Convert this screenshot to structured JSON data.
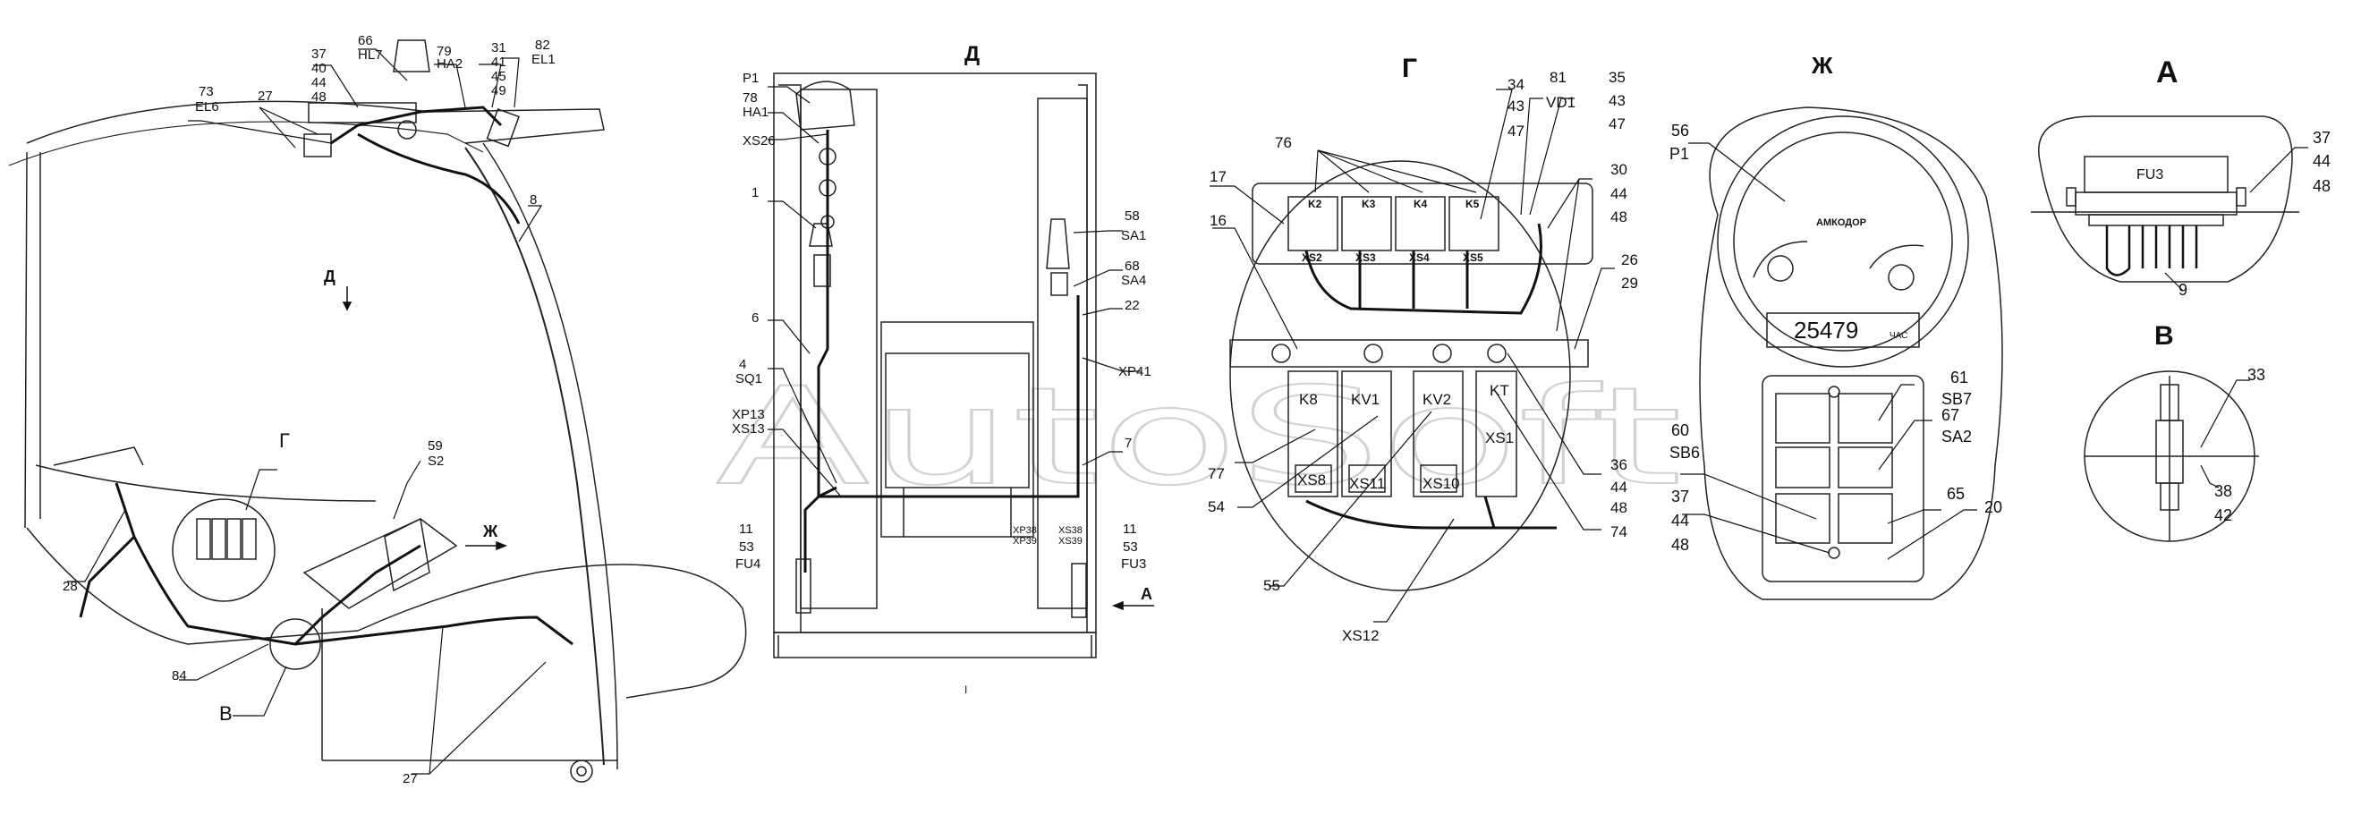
{
  "views": {
    "d": "Д",
    "g": "Г",
    "zh": "Ж",
    "a": "А",
    "v": "В"
  },
  "watermark": "AutoSoft",
  "cab": {
    "ref_37": "37",
    "ref_40": "40",
    "ref_44": "44",
    "ref_48": "48",
    "ref_66": "66",
    "ref_HL7": "HL7",
    "ref_79": "79",
    "ref_HA2": "HA2",
    "ref_31": "31",
    "ref_41": "41",
    "ref_45": "45",
    "ref_49": "49",
    "ref_82": "82",
    "ref_EL1": "EL1",
    "ref_73": "73",
    "ref_EL6": "EL6",
    "ref_27a": "27",
    "ref_8": "8",
    "arrow_d": "Д",
    "ref_G": "Г",
    "ref_59": "59",
    "ref_S2": "S2",
    "arrow_zh": "Ж",
    "ref_28": "28",
    "ref_84": "84",
    "ref_B": "В",
    "ref_27b": "27"
  },
  "view_d": {
    "ref_P1": "P1",
    "ref_78": "78",
    "ref_HA1": "HA1",
    "ref_XS26": "XS26",
    "ref_1": "1",
    "ref_6": "6",
    "ref_4": "4",
    "ref_SQ1": "SQ1",
    "ref_XP13": "XP13",
    "ref_XS13": "XS13",
    "ref_11a": "11",
    "ref_53a": "53",
    "ref_FU4": "FU4",
    "ref_58": "58",
    "ref_SA1": "SA1",
    "ref_68": "68",
    "ref_SA4": "SA4",
    "ref_22": "22",
    "ref_XP41": "XP41",
    "ref_7": "7",
    "ref_XP38": "XP38",
    "ref_XP39": "XP39",
    "ref_XS38": "XS38",
    "ref_XS39": "XS39",
    "ref_11b": "11",
    "ref_53b": "53",
    "ref_FU3": "FU3",
    "arrow_a": "А",
    "ref_I": "I"
  },
  "view_g": {
    "ref_34": "34",
    "ref_43a": "43",
    "ref_47a": "47",
    "ref_81": "81",
    "ref_VD1": "VD1",
    "ref_35": "35",
    "ref_43b": "43",
    "ref_47b": "47",
    "ref_76": "76",
    "ref_17": "17",
    "ref_30": "30",
    "ref_44a": "44",
    "ref_48a": "48",
    "ref_16": "16",
    "ref_26": "26",
    "ref_29": "29",
    "relay_K2": "K2",
    "relay_K3": "K3",
    "relay_K4": "K4",
    "relay_K5": "K5",
    "conn_XS2": "XS2",
    "conn_XS3": "XS3",
    "conn_XS4": "XS4",
    "conn_XS5": "XS5",
    "ref_K8": "K8",
    "ref_KV1": "KV1",
    "ref_KV2": "KV2",
    "ref_KT": "KT",
    "ref_XS1": "XS1",
    "ref_XS8": "XS8",
    "ref_XS11": "XS11",
    "ref_XS10": "XS10",
    "ref_77": "77",
    "ref_54": "54",
    "ref_55": "55",
    "ref_XS12": "XS12",
    "ref_36": "36",
    "ref_44b": "44",
    "ref_48b": "48",
    "ref_74": "74"
  },
  "view_zh": {
    "ref_56": "56",
    "ref_P1": "P1",
    "gauge_brand": "АМКОДОР",
    "odometer": "25479",
    "odometer_unit": "ЧАС",
    "ref_61": "61",
    "ref_SB7": "SB7",
    "ref_67": "67",
    "ref_SA2": "SA2",
    "ref_65": "65",
    "ref_20": "20",
    "ref_60": "60",
    "ref_SB6": "SB6",
    "ref_37": "37",
    "ref_44": "44",
    "ref_48": "48"
  },
  "view_a": {
    "fuse_label": "FU3",
    "ref_37": "37",
    "ref_44": "44",
    "ref_48": "48",
    "ref_9": "9"
  },
  "view_v": {
    "ref_33": "33",
    "ref_38": "38",
    "ref_42": "42"
  }
}
